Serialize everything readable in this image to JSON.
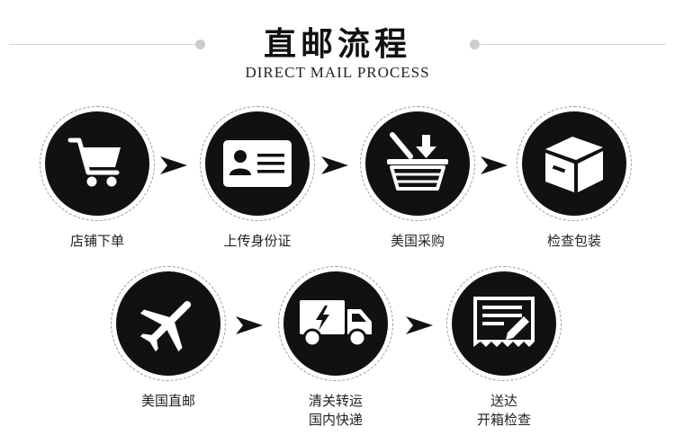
{
  "header": {
    "title": "直邮流程",
    "subtitle": "DIRECT MAIL PROCESS"
  },
  "steps": [
    {
      "icon": "shopping-cart-icon",
      "label": "店铺下单"
    },
    {
      "icon": "id-card-icon",
      "label": "上传身份证"
    },
    {
      "icon": "basket-download-icon",
      "label": "美国采购"
    },
    {
      "icon": "box-icon",
      "label": "检查包装"
    },
    {
      "icon": "airplane-icon",
      "label": "美国直邮"
    },
    {
      "icon": "delivery-truck-icon",
      "label_lines": [
        "清关转运",
        "国内快递"
      ]
    },
    {
      "icon": "receipt-sign-icon",
      "label_lines": [
        "送达",
        "开箱检查"
      ]
    }
  ],
  "colors": {
    "circle": "#111111",
    "icon": "#ffffff",
    "ring": "#9a9a9a",
    "arrow": "#111111"
  }
}
